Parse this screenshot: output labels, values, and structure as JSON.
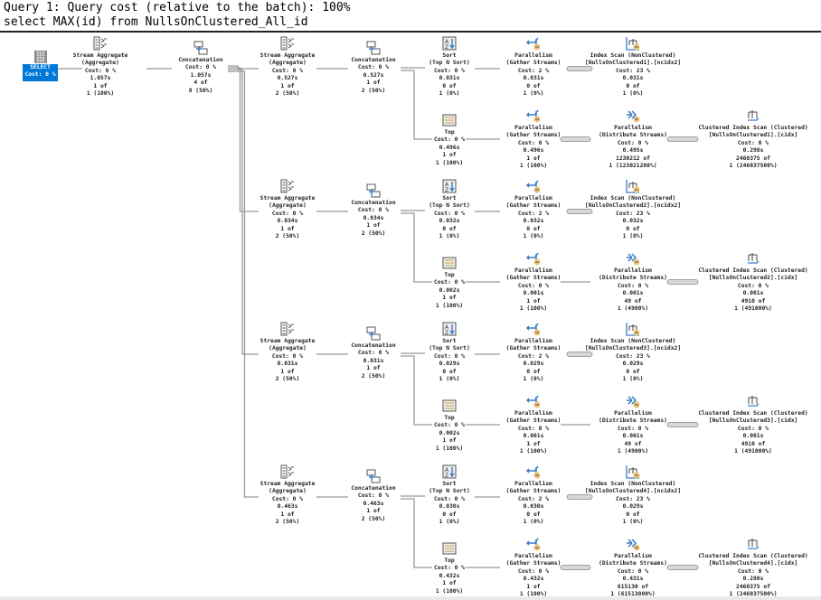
{
  "header": {
    "title": "Query 1: Query cost (relative to the batch): 100%",
    "query": "select MAX(id) from NullsOnClustered_All_id"
  },
  "select": {
    "icon": "select-icon",
    "lines": [
      "SELECT",
      "Cost: 0 %"
    ]
  },
  "root_agg": {
    "icon": "stream-aggregate-icon",
    "lines": [
      "Stream Aggregate",
      "(Aggregate)",
      "Cost: 0 %",
      "1.057s",
      "1 of",
      "1 (100%)"
    ]
  },
  "root_concat": {
    "icon": "concatenation-icon",
    "lines": [
      "Concatenation",
      "Cost: 0 %",
      "1.057s",
      "4 of",
      "8 (50%)"
    ]
  },
  "blocks": [
    {
      "agg": {
        "icon": "stream-aggregate-icon",
        "lines": [
          "Stream Aggregate",
          "(Aggregate)",
          "Cost: 0 %",
          "0.527s",
          "1 of",
          "2 (50%)"
        ]
      },
      "concat": {
        "icon": "concatenation-icon",
        "lines": [
          "Concatenation",
          "Cost: 0 %",
          "0.527s",
          "1 of",
          "2 (50%)"
        ]
      },
      "sort": {
        "icon": "sort-icon",
        "lines": [
          "Sort",
          "(Top N Sort)",
          "Cost: 0 %",
          "0.031s",
          "0 of",
          "1 (0%)"
        ]
      },
      "gather_top": {
        "icon": "gather-streams-icon",
        "lines": [
          "Parallelism",
          "(Gather Streams)",
          "Cost: 2 %",
          "0.031s",
          "0 of",
          "1 (0%)"
        ]
      },
      "index_scan": {
        "icon": "index-scan-icon",
        "lines": [
          "Index Scan (NonClustered)",
          "[NullsOnClustered1].[ncidx2]",
          "Cost: 23 %",
          "0.031s",
          "0 of",
          "1 (0%)"
        ]
      },
      "top": {
        "icon": "top-icon",
        "lines": [
          "Top",
          "Cost: 0 %",
          "0.496s",
          "1 of",
          "1 (100%)"
        ]
      },
      "gather_bottom": {
        "icon": "gather-streams-icon",
        "lines": [
          "Parallelism",
          "(Gather Streams)",
          "Cost: 0 %",
          "0.496s",
          "1 of",
          "1 (100%)"
        ]
      },
      "distribute": {
        "icon": "distribute-streams-icon",
        "lines": [
          "Parallelism",
          "(Distribute Streams)",
          "Cost: 0 %",
          "0.495s",
          "1230212 of",
          "1 (123021200%)"
        ]
      },
      "clustered_scan": {
        "icon": "clustered-index-scan-icon",
        "lines": [
          "Clustered Index Scan (Clustered)",
          "[NullsOnClustered1].[cidx]",
          "Cost: 0 %",
          "0.298s",
          "2460375 of",
          "1 (246037500%)"
        ]
      }
    },
    {
      "agg": {
        "icon": "stream-aggregate-icon",
        "lines": [
          "Stream Aggregate",
          "(Aggregate)",
          "Cost: 0 %",
          "0.034s",
          "1 of",
          "2 (50%)"
        ]
      },
      "concat": {
        "icon": "concatenation-icon",
        "lines": [
          "Concatenation",
          "Cost: 0 %",
          "0.034s",
          "1 of",
          "2 (50%)"
        ]
      },
      "sort": {
        "icon": "sort-icon",
        "lines": [
          "Sort",
          "(Top N Sort)",
          "Cost: 0 %",
          "0.032s",
          "0 of",
          "1 (0%)"
        ]
      },
      "gather_top": {
        "icon": "gather-streams-icon",
        "lines": [
          "Parallelism",
          "(Gather Streams)",
          "Cost: 2 %",
          "0.032s",
          "0 of",
          "1 (0%)"
        ]
      },
      "index_scan": {
        "icon": "index-scan-icon",
        "lines": [
          "Index Scan (NonClustered)",
          "[NullsOnClustered2].[ncidx2]",
          "Cost: 23 %",
          "0.032s",
          "0 of",
          "1 (0%)"
        ]
      },
      "top": {
        "icon": "top-icon",
        "lines": [
          "Top",
          "Cost: 0 %",
          "0.002s",
          "1 of",
          "1 (100%)"
        ]
      },
      "gather_bottom": {
        "icon": "gather-streams-icon",
        "lines": [
          "Parallelism",
          "(Gather Streams)",
          "Cost: 0 %",
          "0.001s",
          "1 of",
          "1 (100%)"
        ]
      },
      "distribute": {
        "icon": "distribute-streams-icon",
        "lines": [
          "Parallelism",
          "(Distribute Streams)",
          "Cost: 0 %",
          "0.001s",
          "49 of",
          "1 (4900%)"
        ]
      },
      "clustered_scan": {
        "icon": "clustered-index-scan-icon",
        "lines": [
          "Clustered Index Scan (Clustered)",
          "[NullsOnClustered2].[cidx]",
          "Cost: 0 %",
          "0.001s",
          "4910 of",
          "1 (491000%)"
        ]
      }
    },
    {
      "agg": {
        "icon": "stream-aggregate-icon",
        "lines": [
          "Stream Aggregate",
          "(Aggregate)",
          "Cost: 0 %",
          "0.031s",
          "1 of",
          "2 (50%)"
        ]
      },
      "concat": {
        "icon": "concatenation-icon",
        "lines": [
          "Concatenation",
          "Cost: 0 %",
          "0.031s",
          "1 of",
          "2 (50%)"
        ]
      },
      "sort": {
        "icon": "sort-icon",
        "lines": [
          "Sort",
          "(Top N Sort)",
          "Cost: 0 %",
          "0.029s",
          "0 of",
          "1 (0%)"
        ]
      },
      "gather_top": {
        "icon": "gather-streams-icon",
        "lines": [
          "Parallelism",
          "(Gather Streams)",
          "Cost: 2 %",
          "0.029s",
          "0 of",
          "1 (0%)"
        ]
      },
      "index_scan": {
        "icon": "index-scan-icon",
        "lines": [
          "Index Scan (NonClustered)",
          "[NullsOnClustered3].[ncidx2]",
          "Cost: 23 %",
          "0.029s",
          "0 of",
          "1 (0%)"
        ]
      },
      "top": {
        "icon": "top-icon",
        "lines": [
          "Top",
          "Cost: 0 %",
          "0.002s",
          "1 of",
          "1 (100%)"
        ]
      },
      "gather_bottom": {
        "icon": "gather-streams-icon",
        "lines": [
          "Parallelism",
          "(Gather Streams)",
          "Cost: 0 %",
          "0.001s",
          "1 of",
          "1 (100%)"
        ]
      },
      "distribute": {
        "icon": "distribute-streams-icon",
        "lines": [
          "Parallelism",
          "(Distribute Streams)",
          "Cost: 0 %",
          "0.001s",
          "49 of",
          "1 (4900%)"
        ]
      },
      "clustered_scan": {
        "icon": "clustered-index-scan-icon",
        "lines": [
          "Clustered Index Scan (Clustered)",
          "[NullsOnClustered3].[cidx]",
          "Cost: 0 %",
          "0.001s",
          "4910 of",
          "1 (491000%)"
        ]
      }
    },
    {
      "agg": {
        "icon": "stream-aggregate-icon",
        "lines": [
          "Stream Aggregate",
          "(Aggregate)",
          "Cost: 0 %",
          "0.463s",
          "1 of",
          "2 (50%)"
        ]
      },
      "concat": {
        "icon": "concatenation-icon",
        "lines": [
          "Concatenation",
          "Cost: 0 %",
          "0.463s",
          "1 of",
          "2 (50%)"
        ]
      },
      "sort": {
        "icon": "sort-icon",
        "lines": [
          "Sort",
          "(Top N Sort)",
          "Cost: 0 %",
          "0.030s",
          "0 of",
          "1 (0%)"
        ]
      },
      "gather_top": {
        "icon": "gather-streams-icon",
        "lines": [
          "Parallelism",
          "(Gather Streams)",
          "Cost: 2 %",
          "0.030s",
          "0 of",
          "1 (0%)"
        ]
      },
      "index_scan": {
        "icon": "index-scan-icon",
        "lines": [
          "Index Scan (NonClustered)",
          "[NullsOnClustered4].[ncidx2]",
          "Cost: 23 %",
          "0.029s",
          "0 of",
          "1 (0%)"
        ]
      },
      "top": {
        "icon": "top-icon",
        "lines": [
          "Top",
          "Cost: 0 %",
          "0.432s",
          "1 of",
          "1 (100%)"
        ]
      },
      "gather_bottom": {
        "icon": "gather-streams-icon",
        "lines": [
          "Parallelism",
          "(Gather Streams)",
          "Cost: 0 %",
          "0.432s",
          "1 of",
          "1 (100%)"
        ]
      },
      "distribute": {
        "icon": "distribute-streams-icon",
        "lines": [
          "Parallelism",
          "(Distribute Streams)",
          "Cost: 0 %",
          "0.431s",
          "615130 of",
          "1 (61513000%)"
        ]
      },
      "clustered_scan": {
        "icon": "clustered-index-scan-icon",
        "lines": [
          "Clustered Index Scan (Clustered)",
          "[NullsOnClustered4].[cidx]",
          "Cost: 0 %",
          "0.280s",
          "2460375 of",
          "1 (246037500%)"
        ]
      }
    }
  ],
  "colors": {
    "selected": "#0078d7",
    "connector": "#999999",
    "arrow_fill": "#d8d8d8",
    "icon_blue": "#3a7dc9",
    "icon_badge": "#f0c27a"
  }
}
